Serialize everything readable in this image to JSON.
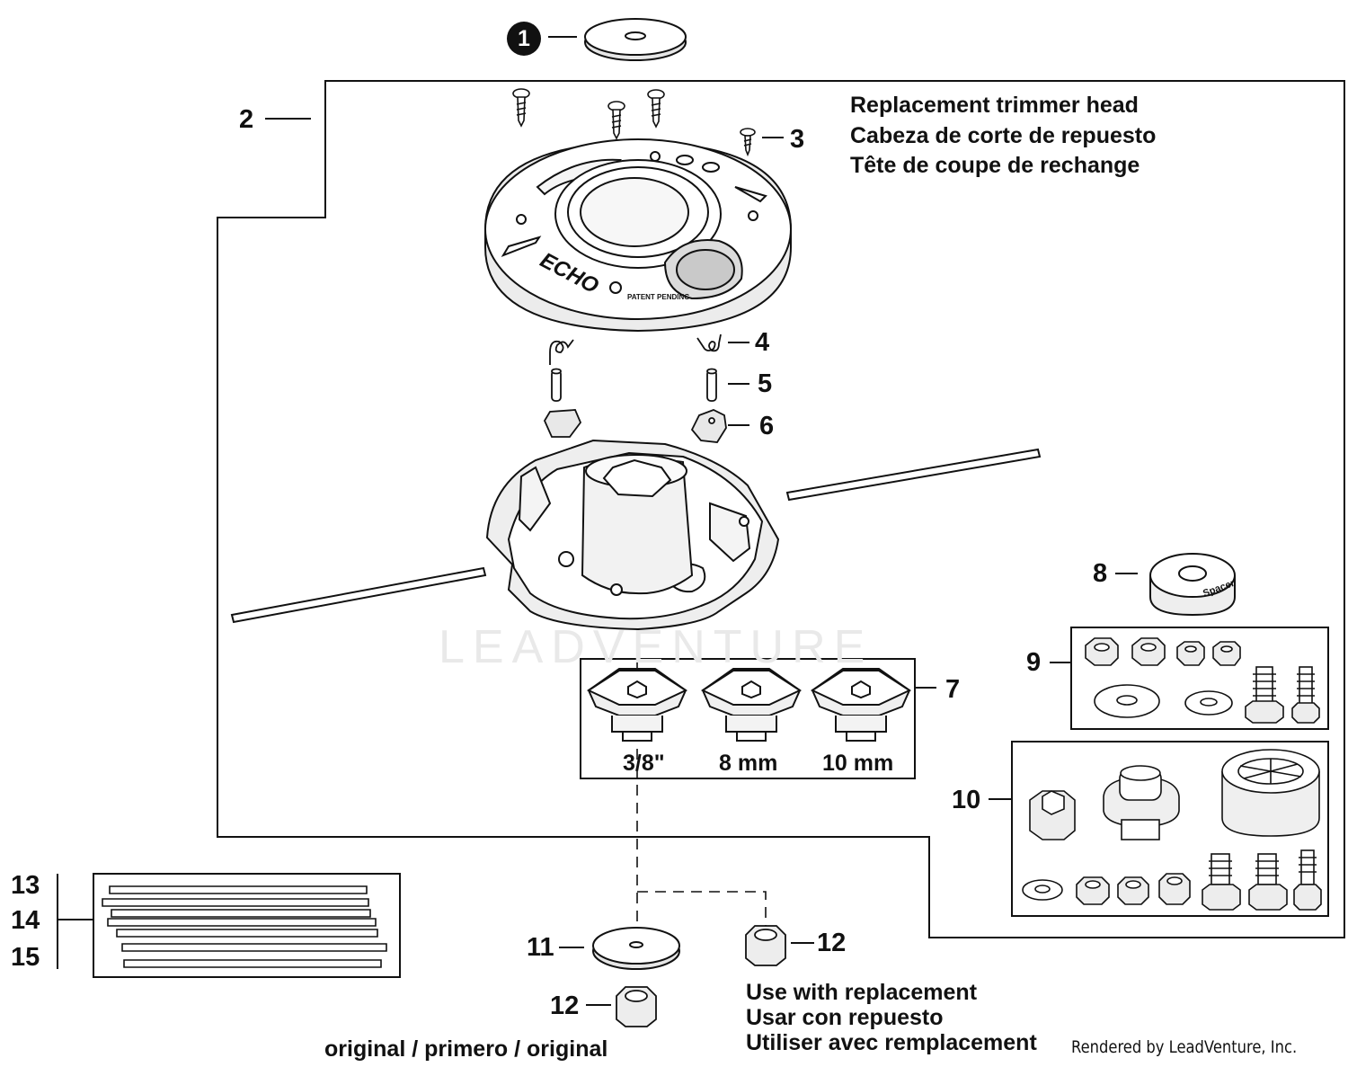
{
  "title_lines": [
    "Replacement trimmer head",
    "Cabeza de corte de repuesto",
    "Tête de coupe de rechange"
  ],
  "callouts": {
    "c1": "1",
    "c2": "2",
    "c3": "3",
    "c4": "4",
    "c5": "5",
    "c6": "6",
    "c7": "7",
    "c8": "8",
    "c9": "9",
    "c10": "10",
    "c11": "11",
    "c12a": "12",
    "c12b": "12",
    "c13": "13",
    "c14": "14",
    "c15": "15"
  },
  "adapter_sizes": [
    "3/8\"",
    "8 mm",
    "10 mm"
  ],
  "spacer_text": "Spacer",
  "logo_text": "ECHO",
  "housing_text": "PATENT PENDING",
  "notes": {
    "replacement": [
      "Use with replacement",
      "Usar con repuesto",
      "Utiliser avec remplacement"
    ],
    "original": "original / primero / original"
  },
  "watermark": "LEADVENTURE",
  "footer": "Rendered by LeadVenture, Inc."
}
